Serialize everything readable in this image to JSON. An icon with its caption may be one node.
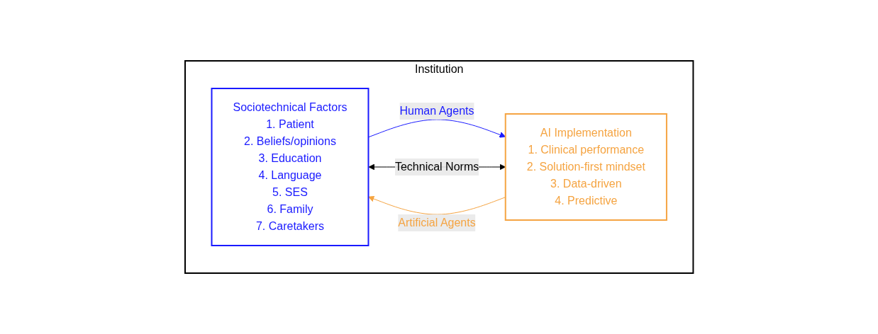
{
  "diagram": {
    "nodes": [
      {
        "text": [
          "Institution"
        ]
      },
      {
        "text": [
          "Sociotechnical Factors",
          "1. Patient",
          "2. Beliefs/opinions",
          "3. Education",
          "4. Language",
          "5. SES",
          "6. Family",
          "7. Caretakers"
        ],
        "in": 0
      },
      {
        "text": [
          "AI Implementation",
          "1. Clinical performance",
          "2. Solution-first mindset",
          "3. Data-driven",
          "4. Predictive"
        ],
        "in": 0
      }
    ],
    "edges": [
      {
        "from": 1,
        "to": 2,
        "arrow": "to",
        "label": "Human Agents",
        "color": "#1a1aff"
      },
      {
        "from": 1,
        "to": 2,
        "arrow": "both",
        "label": "Technical Norms",
        "color": "#000000"
      },
      {
        "from": 2,
        "to": 1,
        "arrow": "to",
        "label": "Artificial Agents",
        "color": "#f5a442"
      }
    ]
  }
}
